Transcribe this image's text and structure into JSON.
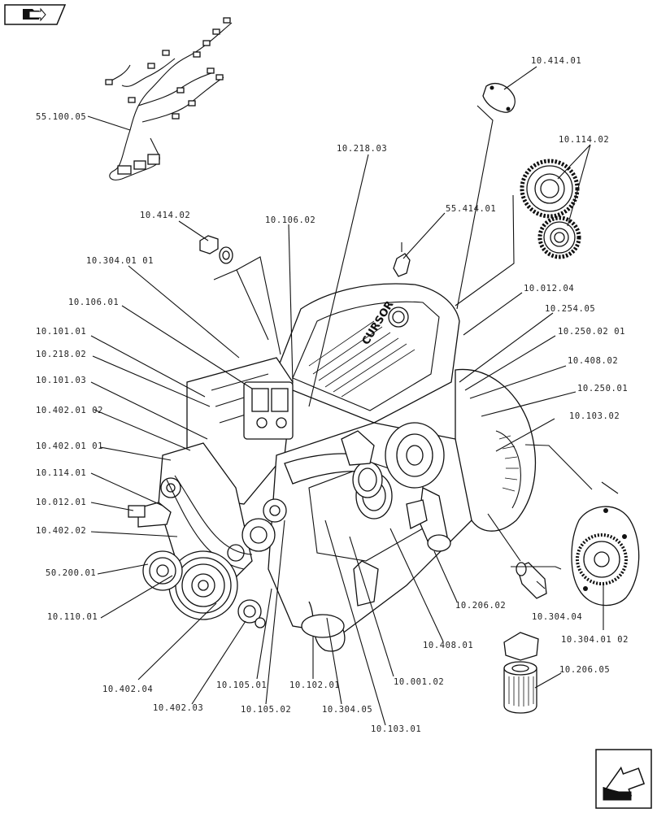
{
  "navigation": {
    "prev_icon": "folder-back-arrow-icon",
    "next_icon": "next-page-arrow-icon"
  },
  "brand_mark": "CURSOR",
  "callouts": [
    {
      "id": "c1",
      "label": "55.100.05"
    },
    {
      "id": "c2",
      "label": "10.414.01"
    },
    {
      "id": "c3",
      "label": "10.114.02"
    },
    {
      "id": "c4",
      "label": "10.218.03"
    },
    {
      "id": "c5",
      "label": "10.414.02"
    },
    {
      "id": "c6",
      "label": "10.106.02"
    },
    {
      "id": "c7",
      "label": "55.414.01"
    },
    {
      "id": "c8",
      "label": "10.304.01 01"
    },
    {
      "id": "c9",
      "label": "10.106.01"
    },
    {
      "id": "c10",
      "label": "10.012.04"
    },
    {
      "id": "c11",
      "label": "10.254.05"
    },
    {
      "id": "c12",
      "label": "10.101.01"
    },
    {
      "id": "c13",
      "label": "10.250.02 01"
    },
    {
      "id": "c14",
      "label": "10.218.02"
    },
    {
      "id": "c15",
      "label": "10.408.02"
    },
    {
      "id": "c16",
      "label": "10.101.03"
    },
    {
      "id": "c17",
      "label": "10.250.01"
    },
    {
      "id": "c18",
      "label": "10.402.01 02"
    },
    {
      "id": "c19",
      "label": "10.103.02"
    },
    {
      "id": "c20",
      "label": "10.402.01 01"
    },
    {
      "id": "c21",
      "label": "10.114.01"
    },
    {
      "id": "c22",
      "label": "10.012.01"
    },
    {
      "id": "c23",
      "label": "10.402.02"
    },
    {
      "id": "c24",
      "label": "50.200.01"
    },
    {
      "id": "c25",
      "label": "10.206.02"
    },
    {
      "id": "c26",
      "label": "10.304.04"
    },
    {
      "id": "c27",
      "label": "10.110.01"
    },
    {
      "id": "c28",
      "label": "10.408.01"
    },
    {
      "id": "c29",
      "label": "10.304.01 02"
    },
    {
      "id": "c30",
      "label": "10.206.05"
    },
    {
      "id": "c31",
      "label": "10.402.04"
    },
    {
      "id": "c32",
      "label": "10.105.01"
    },
    {
      "id": "c33",
      "label": "10.102.01"
    },
    {
      "id": "c34",
      "label": "10.001.02"
    },
    {
      "id": "c35",
      "label": "10.402.03"
    },
    {
      "id": "c36",
      "label": "10.105.02"
    },
    {
      "id": "c37",
      "label": "10.304.05"
    },
    {
      "id": "c38",
      "label": "10.103.01"
    }
  ]
}
